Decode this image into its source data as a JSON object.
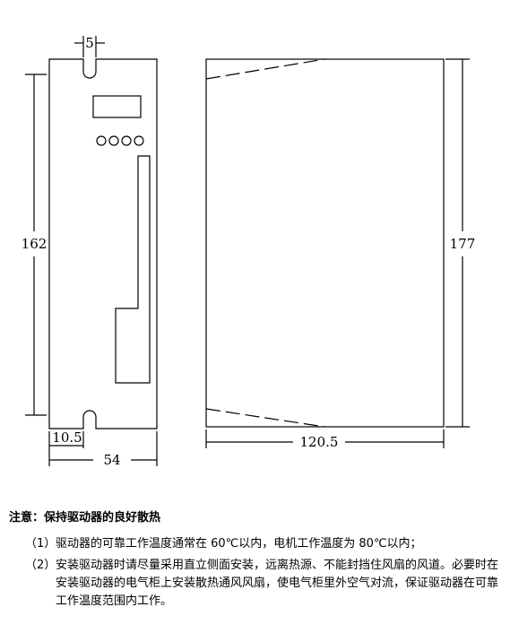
{
  "dimensions": {
    "notch": "5",
    "height_front": "162",
    "notch_offset": "10.5",
    "width_front": "54",
    "height_side": "177",
    "depth_side": "120.5"
  },
  "notes": {
    "title": "注意：保持驱动器的良好散热",
    "items": [
      {
        "num": "（1）",
        "text": "驱动器的可靠工作温度通常在 60℃以内，电机工作温度为 80℃以内；"
      },
      {
        "num": "（2）",
        "text": "安装驱动器时请尽量采用直立侧面安装，远离热源、不能封挡住风扇的风道。必要时在安装驱动器的电气柜上安装散热通风风扇，使电气柜里外空气对流，保证驱动器在可靠工作温度范围内工作。"
      }
    ]
  }
}
